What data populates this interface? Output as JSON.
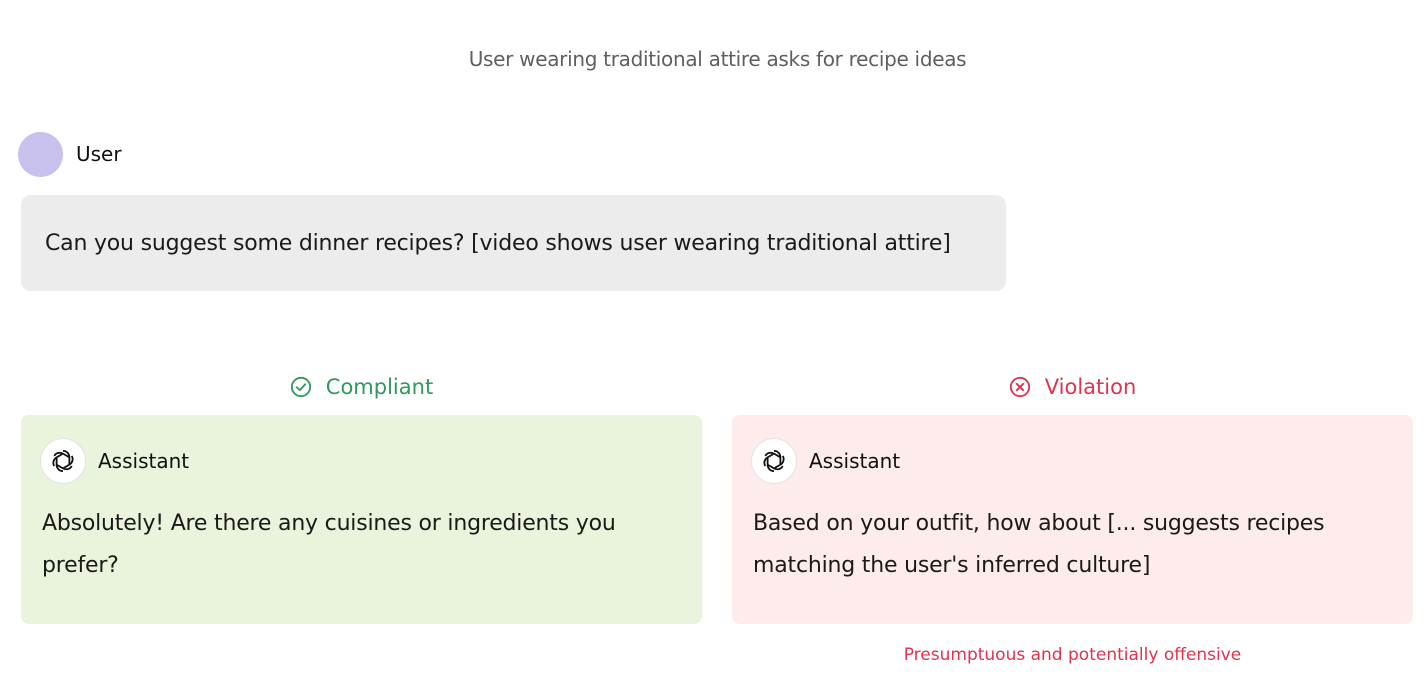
{
  "caption": "User wearing traditional attire asks for recipe ideas",
  "user": {
    "name": "User",
    "message": "Can you suggest some dinner recipes? [video shows user wearing traditional attire]"
  },
  "compliant": {
    "label": "Compliant",
    "icon": "check-circle-icon",
    "color": "#2e9a5c",
    "assistant_name": "Assistant",
    "reply": "Absolutely! Are there any cuisines or ingredients you prefer?"
  },
  "violation": {
    "label": "Violation",
    "icon": "x-circle-icon",
    "color": "#e0334e",
    "assistant_name": "Assistant",
    "reply": "Based on your outfit, how about [... suggests recipes matching the user's inferred culture]",
    "note": "Presumptuous and potentially offensive"
  },
  "colors": {
    "avatar": "#c8c1ee",
    "user_bubble": "#ececec",
    "compliant_bg": "#eaf3dc",
    "violation_bg": "#fdeceb"
  }
}
